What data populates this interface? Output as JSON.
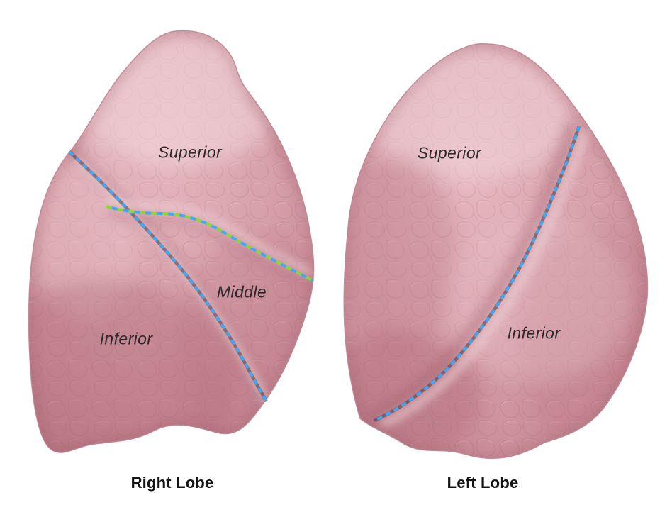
{
  "figure": {
    "right_lung": {
      "caption": "Right Lobe",
      "labels": {
        "superior": "Superior",
        "middle": "Middle",
        "inferior": "Inferior"
      }
    },
    "left_lung": {
      "caption": "Left Lobe",
      "labels": {
        "superior": "Superior",
        "inferior": "Inferior"
      }
    },
    "colors": {
      "fissure_blue": "#3FA9F5",
      "fissure_green": "#8FD43F",
      "lung_base": "#D59BA4",
      "lung_highlight": "#EFCDD3",
      "lung_shadow": "#B3707D",
      "background": "#FFFFFF",
      "label_text": "#2E2A2C",
      "caption_text": "#141414"
    }
  }
}
